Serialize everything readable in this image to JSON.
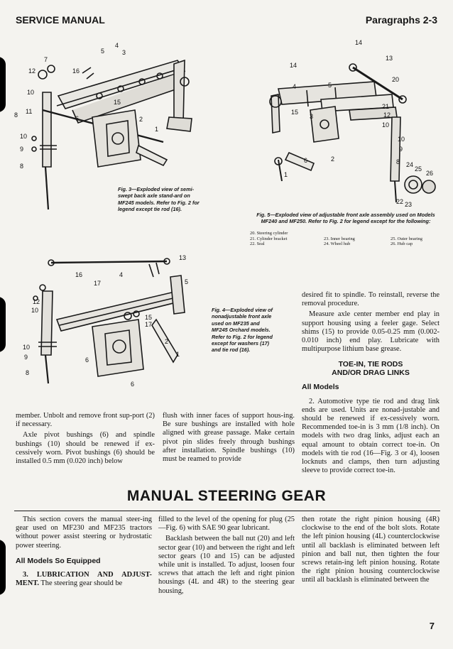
{
  "header": {
    "left": "SERVICE MANUAL",
    "right": "Paragraphs 2-3"
  },
  "figures": {
    "fig3": {
      "caption": "Fig. 3—Exploded view of semi-swept back axle stand-ard on MF245 models. Refer to Fig. 2 for legend except tie rod (16).",
      "labels": [
        "7",
        "5",
        "4",
        "3",
        "16",
        "12",
        "10",
        "11",
        "15",
        "1",
        "6",
        "2",
        "8",
        "10",
        "9",
        "8"
      ]
    },
    "fig4": {
      "caption": "Fig. 4—Exploded view of nonadjustable front axle used on MF235 and MF245 Orchard models. Refer to Fig. 2 for legend except for washers (17) and tie rod (16).",
      "labels": [
        "13",
        "16",
        "17",
        "4",
        "5",
        "12",
        "10",
        "15",
        "17",
        "2",
        "10",
        "9",
        "6",
        "1",
        "8",
        "6"
      ]
    },
    "fig5": {
      "caption": "Fig. 5—Exploded view of adjustable front axle assembly used on Models MF240 and MF250. Refer to Fig. 2 for legend except for the following:",
      "labels": [
        "14",
        "13",
        "14",
        "20",
        "4",
        "5",
        "21",
        "15",
        "12",
        "3",
        "10",
        "1",
        "6",
        "2",
        "10",
        "9",
        "8",
        "24",
        "25",
        "26",
        "22",
        "23"
      ],
      "legend": [
        [
          "20. Steering cylinder",
          "",
          ""
        ],
        [
          "21. Cylinder bracket",
          "23. Inner bearing",
          "25. Outer bearing"
        ],
        [
          "22. Seal",
          "24. Wheel hub",
          "26. Hub cap"
        ]
      ]
    }
  },
  "upper_text": {
    "col1": [
      "member. Unbolt and remove front sup-port (2) if necessary.",
      "Axle pivot bushings (6) and spindle bushings (10) should be renewed if ex-cessively worn. Pivot bushings (6) should be installed 0.5 mm (0.020 inch) below"
    ],
    "col2": [
      "flush with inner faces of support hous-ing. Be sure bushings are installed with hole aligned with grease passage. Make certain pivot pin slides freely through bushings after installation. Spindle bushings (10) must be reamed to provide"
    ],
    "col3": [
      "desired fit to spindle. To reinstall, reverse the removal procedure.",
      "Measure axle center member end play in support housing using a feeler gage. Select shims (15) to provide 0.05-0.25 mm (0.002-0.010 inch) end play. Lubricate with multipurpose lithium base grease."
    ],
    "toe_heading_1": "TOE-IN, TIE RODS",
    "toe_heading_2": "AND/OR DRAG LINKS",
    "all_models": "All Models",
    "toe_para": "2. Automotive type tie rod and drag link ends are used. Units are nonad-justable and should be renewed if ex-cessively worn. Recommended toe-in is 3 mm (1/8 inch). On models with two drag links, adjust each an equal amount to obtain correct toe-in. On models with tie rod (16—Fig. 3 or 4), loosen locknuts and clamps, then turn adjusting sleeve to provide correct toe-in."
  },
  "section_title": "MANUAL STEERING GEAR",
  "lower_text": {
    "col1_para": "This section covers the manual steer-ing gear used on MF230 and MF235 tractors without power assist steering or hydrostatic power steering.",
    "col1_sub": "All Models So Equipped",
    "col1_lead": "3. LUBRICATION AND ADJUST-MENT.",
    "col1_rest": "The steering gear should be",
    "col2": [
      "filled to the level of the opening for plug (25—Fig. 6) with SAE 90 gear lubricant.",
      "Backlash between the ball nut (20) and left sector gear (10) and between the right and left sector gears (10 and 15) can be adjusted while unit is installed. To adjust, loosen four screws that attach the left and right pinion housings (4L and 4R) to the steering gear housing,"
    ],
    "col3": "then rotate the right pinion housing (4R) clockwise to the end of the bolt slots. Rotate the left pinion housing (4L) counterclockwise until all backlash is eliminated between left pinion and ball nut, then tighten the four screws retain-ing left pinion housing. Rotate the right pinion housing counterclockwise until all backlash is eliminated between the"
  },
  "page_number": "7"
}
